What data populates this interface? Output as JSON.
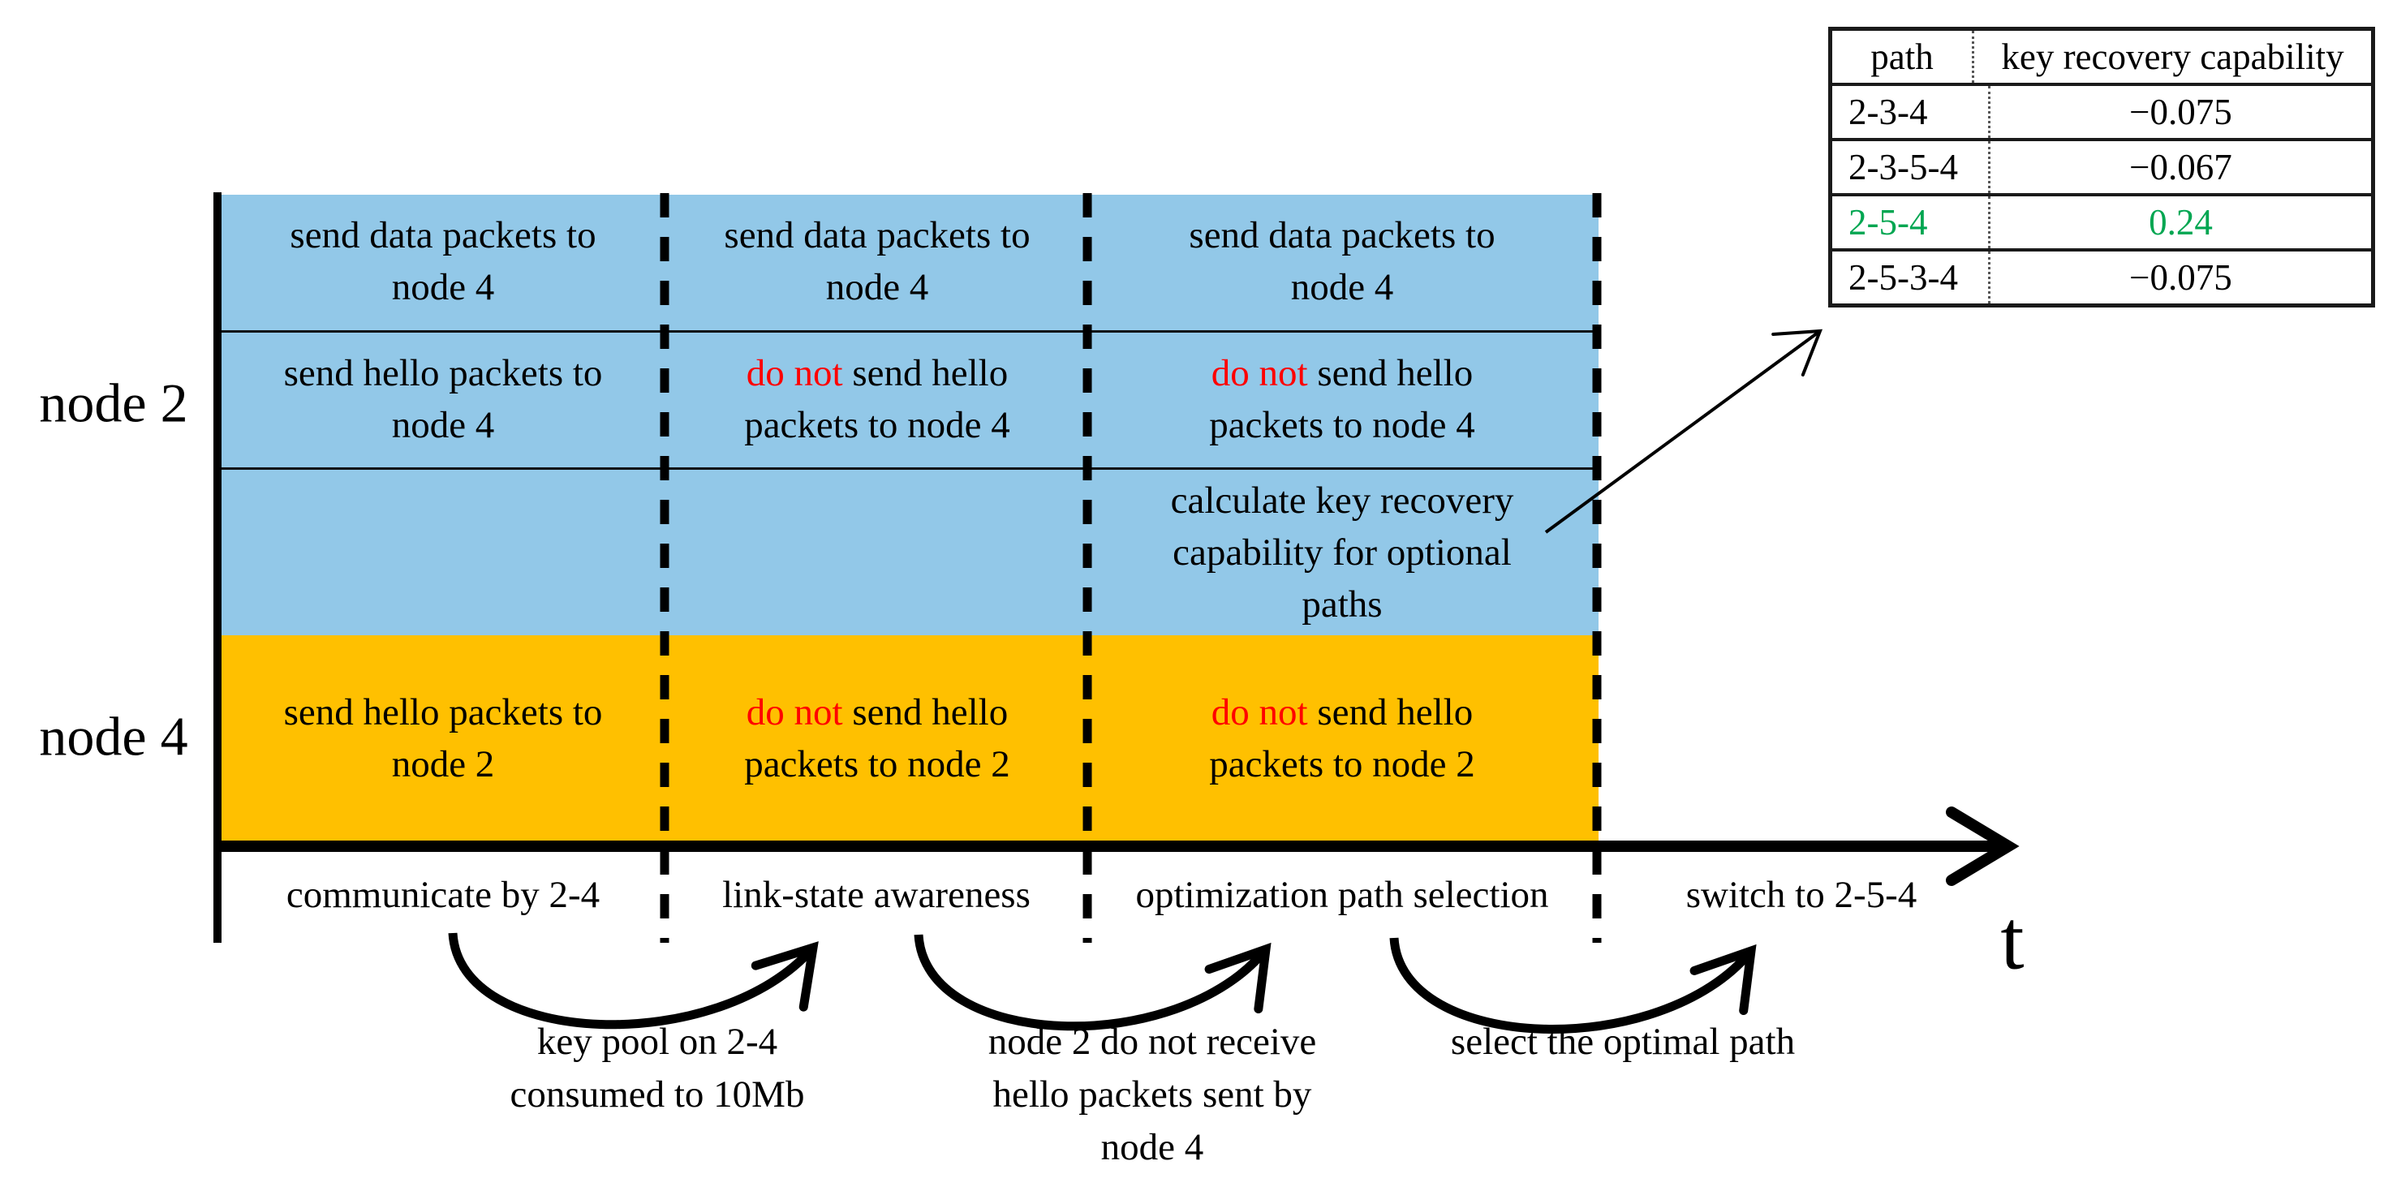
{
  "colors": {
    "node2_lane": "#92C8E8",
    "node4_lane": "#FFC000",
    "emphasis_red": "#FF0000",
    "highlight_green": "#00A651",
    "line_black": "#000000"
  },
  "lanes": {
    "node2": {
      "label": "node 2",
      "row1": {
        "phase1": "send data packets to node 4",
        "phase2": "send data packets to node 4",
        "phase3": "send data packets to node 4"
      },
      "row2": {
        "phase1": "send hello packets to node 4",
        "phase2_red": "do not",
        "phase2_rest": " send hello packets to node 4",
        "phase3_red": "do not",
        "phase3_rest": " send hello packets to node 4"
      },
      "row3": {
        "phase3": "calculate key recovery capability for optional paths"
      }
    },
    "node4": {
      "label": "node 4",
      "row1": {
        "phase1": "send hello packets to node 2",
        "phase2_red": "do not",
        "phase2_rest": " send hello packets to node 2",
        "phase3_red": "do not",
        "phase3_rest": " send hello packets to node 2"
      }
    }
  },
  "axis": {
    "time_label": "t"
  },
  "phases": [
    {
      "label": "communicate by 2-4"
    },
    {
      "label": "link-state awareness"
    },
    {
      "label": "optimization path selection"
    },
    {
      "label": "switch to 2-5-4"
    }
  ],
  "transitions": [
    {
      "lines": [
        "key pool on 2-4",
        "consumed to 10Mb"
      ]
    },
    {
      "lines": [
        "node 2 do not receive",
        "hello packets sent by",
        "node 4"
      ]
    },
    {
      "lines": [
        "select the optimal path"
      ]
    }
  ],
  "table": {
    "headers": [
      "path",
      "key recovery capability"
    ],
    "rows": [
      {
        "path": "2-3-4",
        "value": "−0.075"
      },
      {
        "path": "2-3-5-4",
        "value": "−0.067"
      },
      {
        "path": "2-5-4",
        "value": "0.24"
      },
      {
        "path": "2-5-3-4",
        "value": "−0.075"
      }
    ]
  }
}
